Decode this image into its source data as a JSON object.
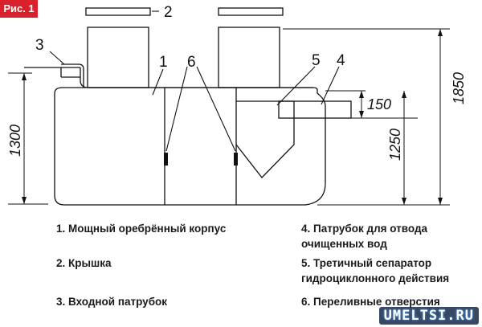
{
  "figure_badge": "Рис. 1",
  "part_numbers": [
    "1",
    "2",
    "3",
    "4",
    "5",
    "6"
  ],
  "dimensions": [
    "1300",
    "150",
    "1250",
    "1850"
  ],
  "legend": [
    [
      "1. Мощный оребрённый корпус"
    ],
    [
      "2. Крышка"
    ],
    [
      "3. Входной патрубок"
    ],
    [
      "4. Патрубок для отвода",
      "очищенных вод"
    ],
    [
      "5. Третичный сепаратор",
      "гидроциклонного действия"
    ],
    [
      "6. Переливные отверстия"
    ]
  ],
  "watermark": "UMELTSI.RU",
  "colors": {
    "badge": "#d9202b",
    "line": "#111111"
  }
}
